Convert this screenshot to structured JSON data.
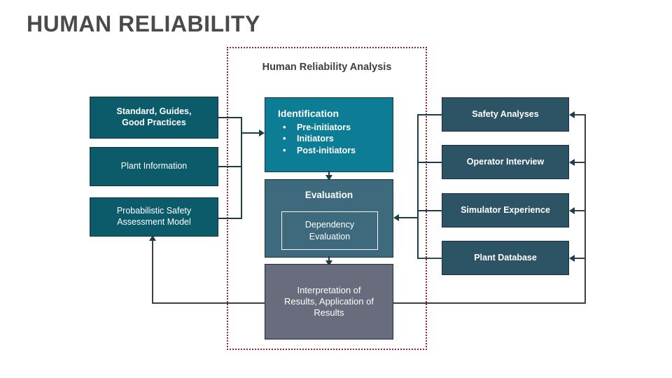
{
  "page": {
    "title": "HUMAN RELIABILITY"
  },
  "colors": {
    "title_text": "#4a4a4a",
    "container_border": "#8c2b2b",
    "input_box": "#0b5b6b",
    "source_box": "#2c5464",
    "identification_box": "#0d7d96",
    "evaluation_box": "#3d6b7d",
    "interpretation_box": "#686c7c",
    "connector": "#1d3d49",
    "box_text": "#ffffff"
  },
  "container": {
    "title": "Human Reliability Analysis",
    "border_style": "dotted"
  },
  "left_inputs": [
    {
      "label": "Standard, Guides,\nGood Practices",
      "bold": true
    },
    {
      "label": "Plant Information",
      "bold": false
    },
    {
      "label": "Probabilistic Safety\nAssessment Model",
      "bold": false
    }
  ],
  "left_inputs_text": {
    "item0": "Standard, Guides, Good Practices",
    "item1": "Plant Information",
    "item2": "Probabilistic Safety Assessment Model"
  },
  "identification": {
    "title": "Identification",
    "bullets": [
      "Pre-initiators",
      "Initiators",
      "Post-initiators"
    ]
  },
  "evaluation": {
    "title": "Evaluation",
    "nested_box": "Dependency Evaluation",
    "nested_box_line1": "Dependency",
    "nested_box_line2": "Evaluation"
  },
  "interpretation": {
    "line1": "Interpretation of",
    "line2": "Results, Application of",
    "line3": "Results",
    "full": "Interpretation of Results, Application of Results"
  },
  "right_sources": [
    {
      "label": "Safety Analyses"
    },
    {
      "label": "Operator Interview"
    },
    {
      "label": "Simulator Experience"
    },
    {
      "label": "Plant Database"
    }
  ],
  "right_sources_text": {
    "item0": "Safety Analyses",
    "item1": "Operator Interview",
    "item2": "Simulator Experience",
    "item3": "Plant Database"
  }
}
